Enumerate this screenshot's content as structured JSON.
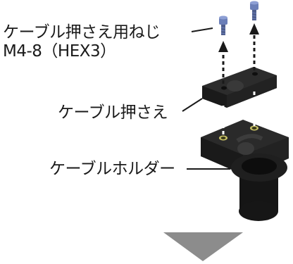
{
  "labels": {
    "screws_line1": "ケーブル押さえ用ねじ",
    "screws_line2": "M4-8（HEX3）",
    "clamp": "ケーブル押さえ",
    "holder": "ケーブルホルダー"
  },
  "icons": {
    "screw": "socket-head-screw-icon",
    "direction": "down-triangle-icon"
  },
  "colors": {
    "part_dark": "#1c1c1c",
    "part_mid": "#2e2e2e",
    "screw_blue": "#6b7fb8",
    "hole_brass": "#c9c267",
    "arrow": "#8c8c8c",
    "text": "#1a1a1a"
  }
}
